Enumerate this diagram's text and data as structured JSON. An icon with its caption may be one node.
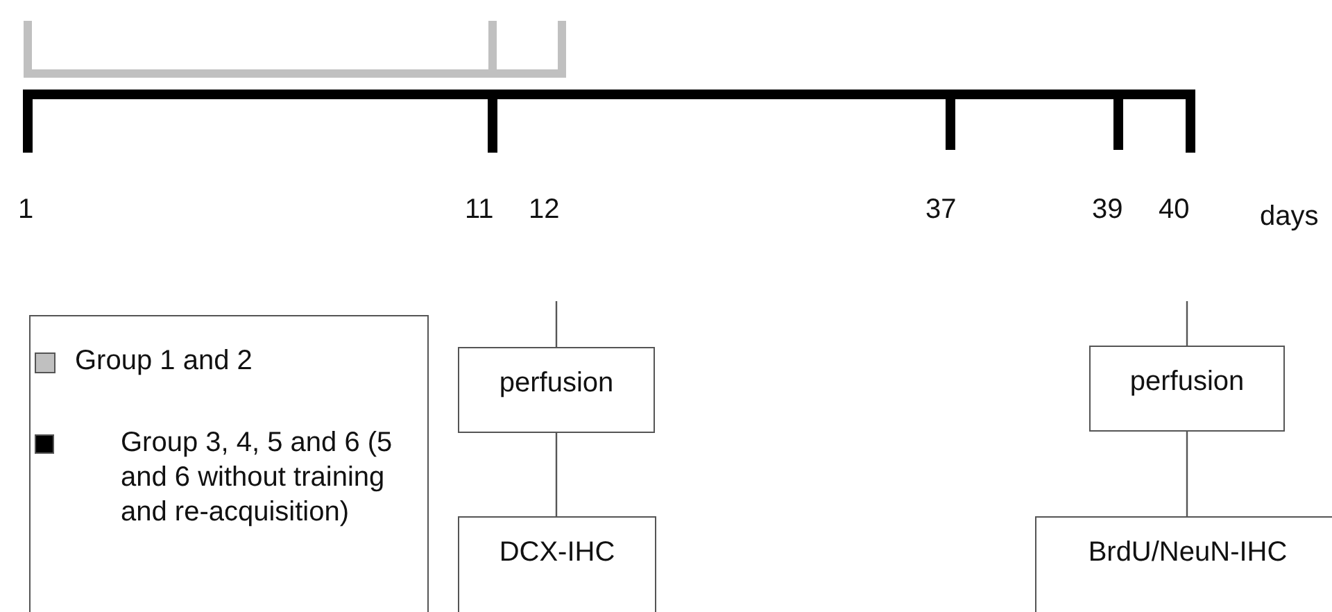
{
  "diagram": {
    "nodes": [
      {
        "text": [
          "perfusion"
        ]
      },
      {
        "text": [
          "DCX-IHC"
        ]
      },
      {
        "text": [
          "perfusion"
        ]
      },
      {
        "text": [
          "BrdU/NeuN-IHC"
        ]
      }
    ],
    "edges": [
      {
        "from": null,
        "to": 0,
        "arrow": "none"
      },
      {
        "from": 0,
        "to": 1,
        "arrow": "none"
      },
      {
        "from": null,
        "to": 2,
        "arrow": "none"
      },
      {
        "from": 2,
        "to": 3,
        "arrow": "none"
      }
    ],
    "labels": [
      "1",
      "11",
      "12",
      "37",
      "39",
      "40",
      "days"
    ],
    "legend": [
      {
        "text": "Group 1 and 2",
        "color": "#c0c0c0"
      },
      {
        "text": "Group 3, 4, 5 and 6 (5 and 6 without training and re-acquisition)",
        "color": "#000000"
      }
    ]
  }
}
